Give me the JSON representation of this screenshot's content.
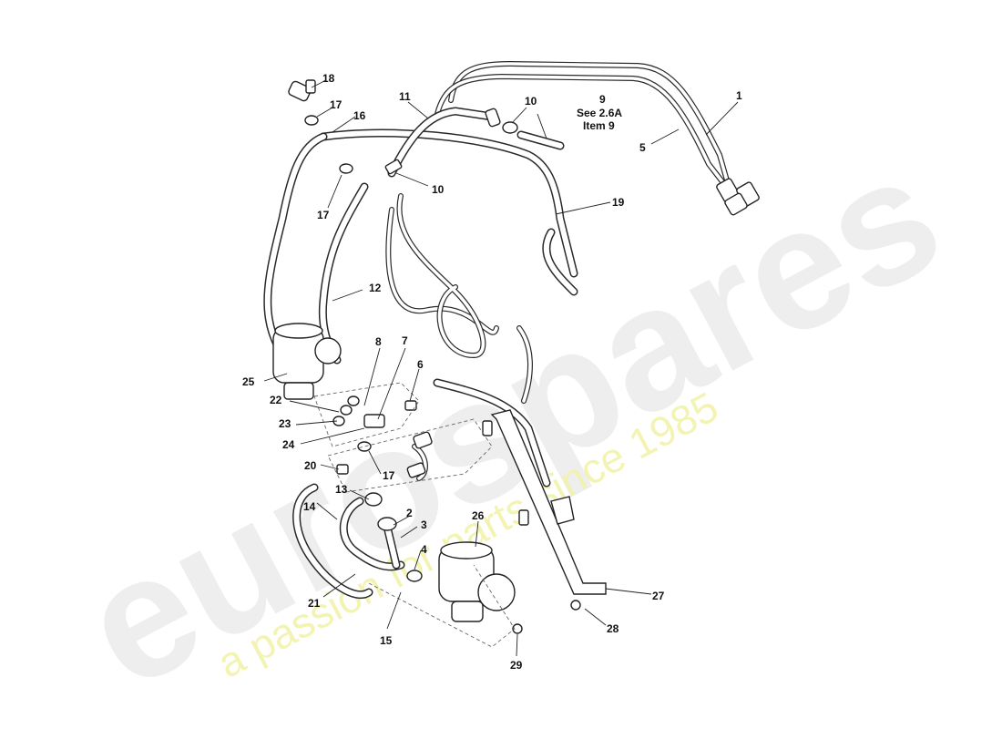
{
  "watermark": {
    "brand": "eurospares",
    "tagline": "a passion for parts since 1985"
  },
  "reference_note": {
    "line1": "See  2.6A",
    "line2": "Item  9"
  },
  "callouts": [
    "1",
    "2",
    "3",
    "4",
    "5",
    "6",
    "7",
    "8",
    "9",
    "10",
    "10",
    "11",
    "12",
    "13",
    "14",
    "15",
    "16",
    "17",
    "17",
    "17",
    "18",
    "19",
    "20",
    "21",
    "22",
    "23",
    "24",
    "25",
    "26",
    "27",
    "28",
    "29"
  ]
}
